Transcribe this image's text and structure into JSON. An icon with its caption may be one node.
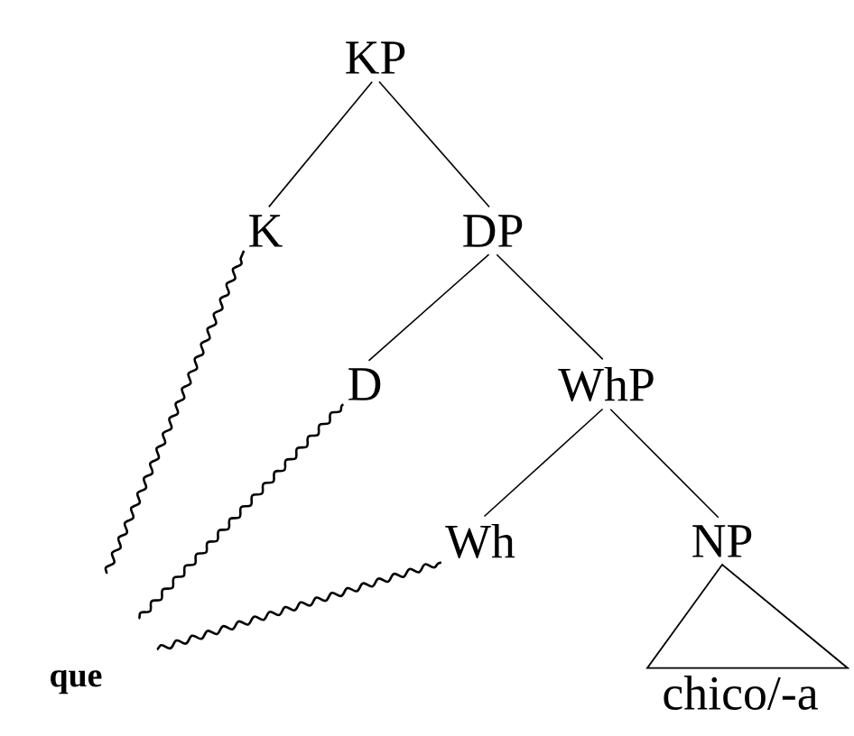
{
  "diagram": {
    "nodes": [
      {
        "text": [
          "KP"
        ]
      },
      {
        "text": [
          "K"
        ]
      },
      {
        "text": [
          "DP"
        ]
      },
      {
        "text": [
          "D"
        ]
      },
      {
        "text": [
          "WhP"
        ]
      },
      {
        "text": [
          "Wh"
        ]
      },
      {
        "text": [
          "NP"
        ]
      },
      {
        "text": [
          "chico/-a"
        ]
      },
      {
        "text": [
          "que"
        ]
      }
    ],
    "edges": [
      {
        "from": 0,
        "to": 1,
        "arrow": "none"
      },
      {
        "from": 0,
        "to": 2,
        "arrow": "none"
      },
      {
        "from": 2,
        "to": 3,
        "arrow": "none"
      },
      {
        "from": 2,
        "to": 4,
        "arrow": "none"
      },
      {
        "from": 4,
        "to": 5,
        "arrow": "none"
      },
      {
        "from": 4,
        "to": 6,
        "arrow": "none"
      },
      {
        "from": 6,
        "to": 7,
        "arrow": "none"
      },
      {
        "from": 8,
        "to": 1,
        "arrow": "none"
      },
      {
        "from": 8,
        "to": 3,
        "arrow": "none"
      },
      {
        "from": 8,
        "to": 5,
        "arrow": "none"
      }
    ]
  }
}
